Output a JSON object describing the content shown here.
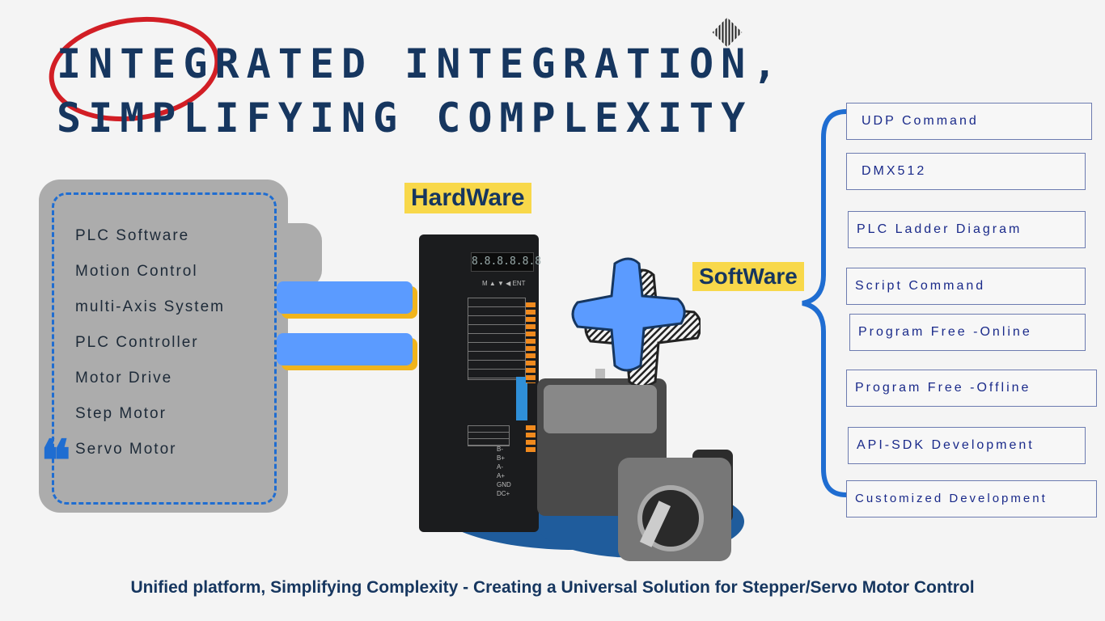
{
  "title": {
    "line1": "INTEGRATED INTEGRATION,",
    "line2": "SIMPLIFYING COMPLEXITY"
  },
  "left_list": [
    "PLC Software",
    "Motion Control",
    "multi-Axis System",
    "PLC Controller",
    "Motor Drive",
    "Step Motor",
    "Servo Motor"
  ],
  "hardware_label": "HardWare",
  "software_label": "SoftWare",
  "driver": {
    "display": "8.8.8.8.8.8",
    "keys": "M ▲ ▼ ◀ ENT",
    "bottom_labels": [
      "B-",
      "B+",
      "A-",
      "A+",
      "GND",
      "DC+"
    ]
  },
  "software_items": [
    "UDP Command",
    "DMX512",
    "PLC Ladder Diagram",
    "Script Command",
    "Program Free -Online",
    "Program Free -Offline",
    "API-SDK Development",
    "Customized  Development"
  ],
  "footer": "Unified platform, Simplifying Complexity - Creating a Universal Solution for Stepper/Servo Motor Control",
  "colors": {
    "navy": "#16365f",
    "blue": "#1f6dd1",
    "red": "#d21e25",
    "yellow": "#f8d84a"
  }
}
